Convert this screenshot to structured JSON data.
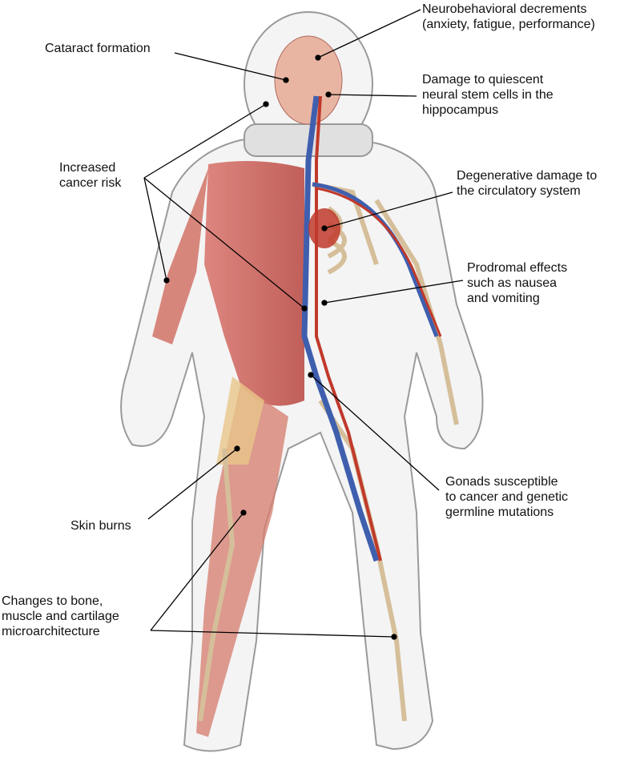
{
  "labels": {
    "neuro": "Neurobehavioral decrements\n(anxiety, fatigue, performance)",
    "cataract": "Cataract formation",
    "stem": "Damage to quiescent\nneural stem cells in the\nhippocampus",
    "cancer": "Increased\ncancer risk",
    "circulatory": "Degenerative damage to\nthe circulatory system",
    "prodromal": "Prodromal effects\nsuch as nausea\nand vomiting",
    "gonads": "Gonads susceptible\nto cancer and genetic\ngermline mutations",
    "skin": "Skin burns",
    "bone": "Changes to bone,\nmuscle and cartilage\nmicroarchitecture"
  },
  "colors": {
    "suit": "#d9d9d9",
    "muscle": "#c8504a",
    "artery": "#c0392b",
    "vein": "#3f5fae",
    "bone": "#e8d3b0",
    "burn": "#e9c58a"
  }
}
